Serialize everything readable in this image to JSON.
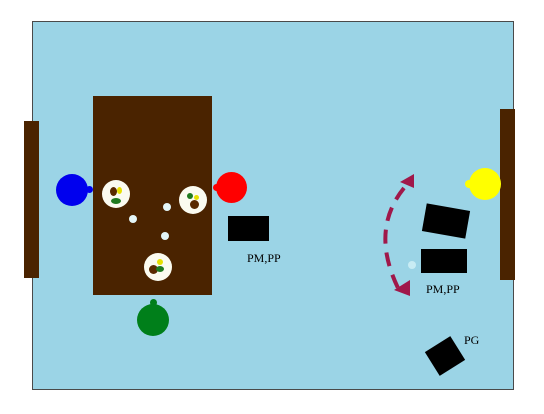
{
  "scene": {
    "colors": {
      "room": "#9bd4e6",
      "furniture": "#4a2300",
      "agent_blue": "#0000ee",
      "agent_red": "#ff0000",
      "agent_green": "#007f1a",
      "agent_yellow": "#ffff00",
      "path": "#a0184a"
    },
    "labels": {
      "box_center": "PM,PP",
      "box_right": "PM,PP",
      "box_bottom": "PG"
    }
  }
}
